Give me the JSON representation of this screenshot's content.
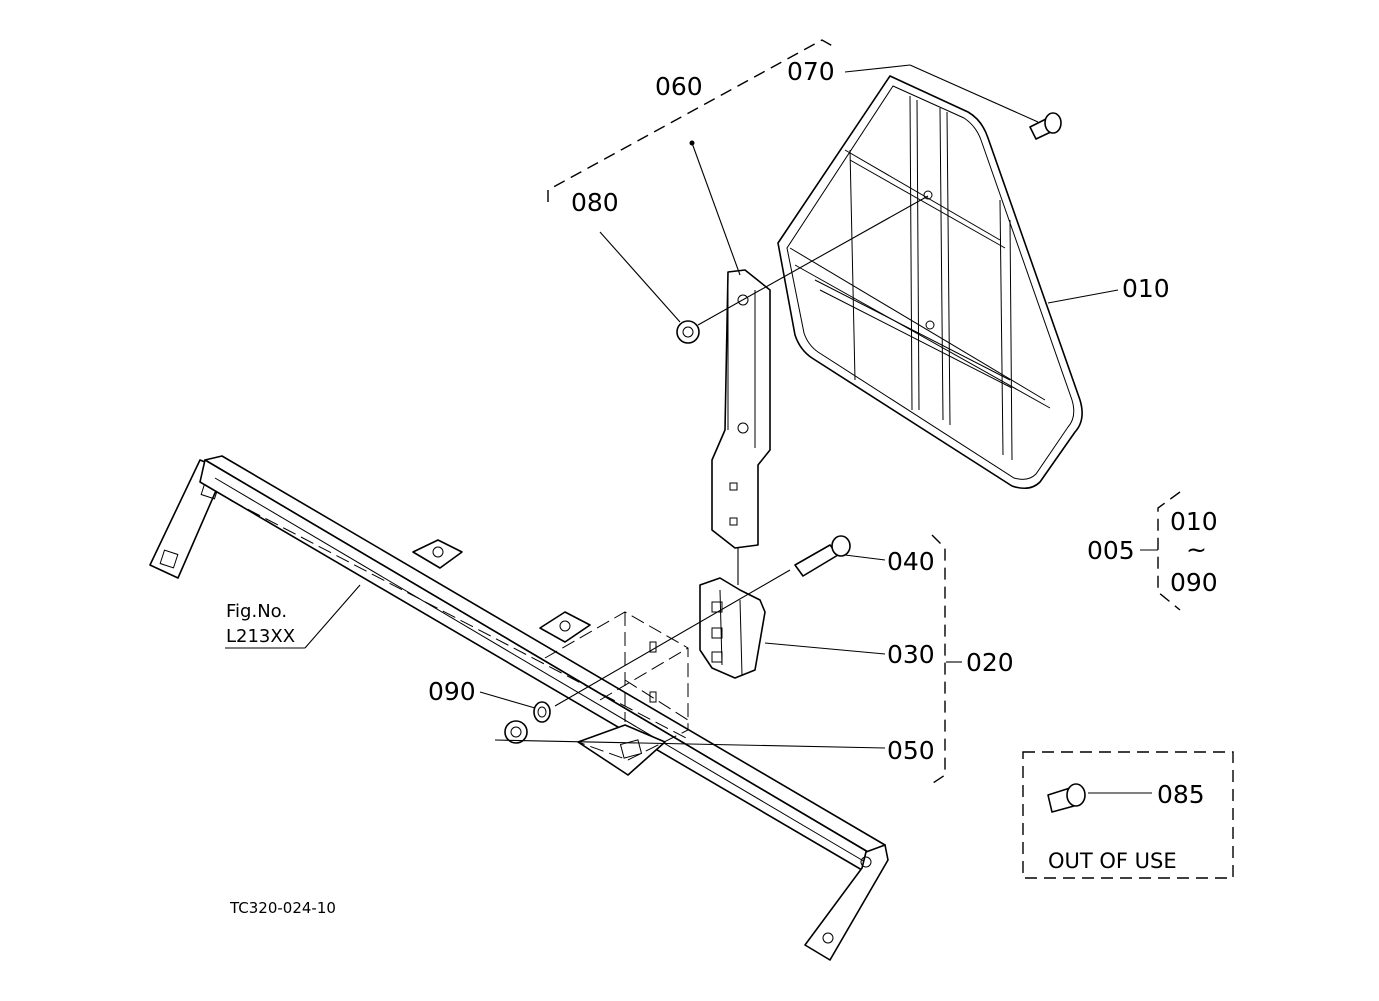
{
  "callouts": {
    "p005": "005",
    "p010": "010",
    "p020": "020",
    "p030": "030",
    "p040": "040",
    "p050": "050",
    "p060": "060",
    "p070": "070",
    "p080": "080",
    "p085": "085",
    "p090": "090",
    "range_from": "010",
    "range_sep": "~",
    "range_to": "090"
  },
  "figure_ref": {
    "line1": "Fig.No.",
    "line2": "L213XX"
  },
  "notice": "OUT OF USE",
  "drawing_code": "TC320-024-10"
}
